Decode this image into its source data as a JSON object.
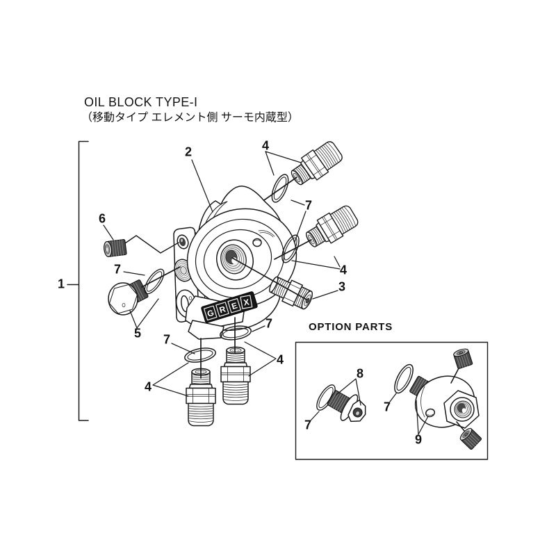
{
  "title": {
    "line1": "OIL BLOCK TYPE-I",
    "line2": "（移動タイプ エレメント側 サーモ内蔵型）"
  },
  "option_box": {
    "title": "OPTION PARTS"
  },
  "logo": {
    "letters": {
      "l0": "G",
      "l1": "R",
      "l2": "E",
      "l3": "X"
    }
  },
  "callouts": {
    "assembly": "1",
    "body": "2",
    "center_fitting": "3",
    "fitting": "4",
    "drain_plug": "5",
    "sensor_plug": "6",
    "o_ring": "7",
    "option_plug": "8",
    "option_adapter": "9"
  },
  "colors": {
    "line": "#1a1a1a",
    "dark_part": "#4a4a4a",
    "metal_face": "#cdcdcd",
    "logo_bg": "#161616",
    "logo_text": "#ffffff",
    "paper": "#ffffff"
  }
}
